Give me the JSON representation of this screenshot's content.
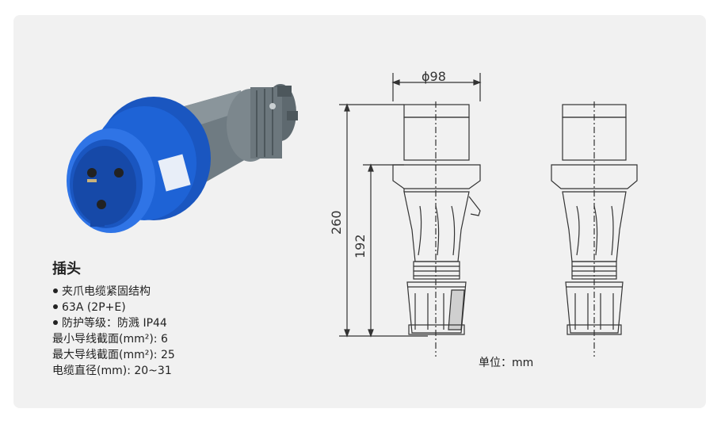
{
  "product": {
    "title": "插头",
    "bullets": [
      "夹爪电缆紧固结构",
      "63A (2P+E)",
      "防护等级：防溅  IP44"
    ],
    "specs": [
      "最小导线截面(mm²): 6",
      "最大导线截面(mm²): 25",
      "电缆直径(mm): 20~31"
    ]
  },
  "drawing": {
    "diameter_label": "ϕ98",
    "height_total": "260",
    "height_partial": "192",
    "unit_label": "单位：mm"
  },
  "colors": {
    "plug_blue": "#1e63d6",
    "plug_grey": "#6f7b82",
    "card_bg": "#f1f1f1"
  }
}
